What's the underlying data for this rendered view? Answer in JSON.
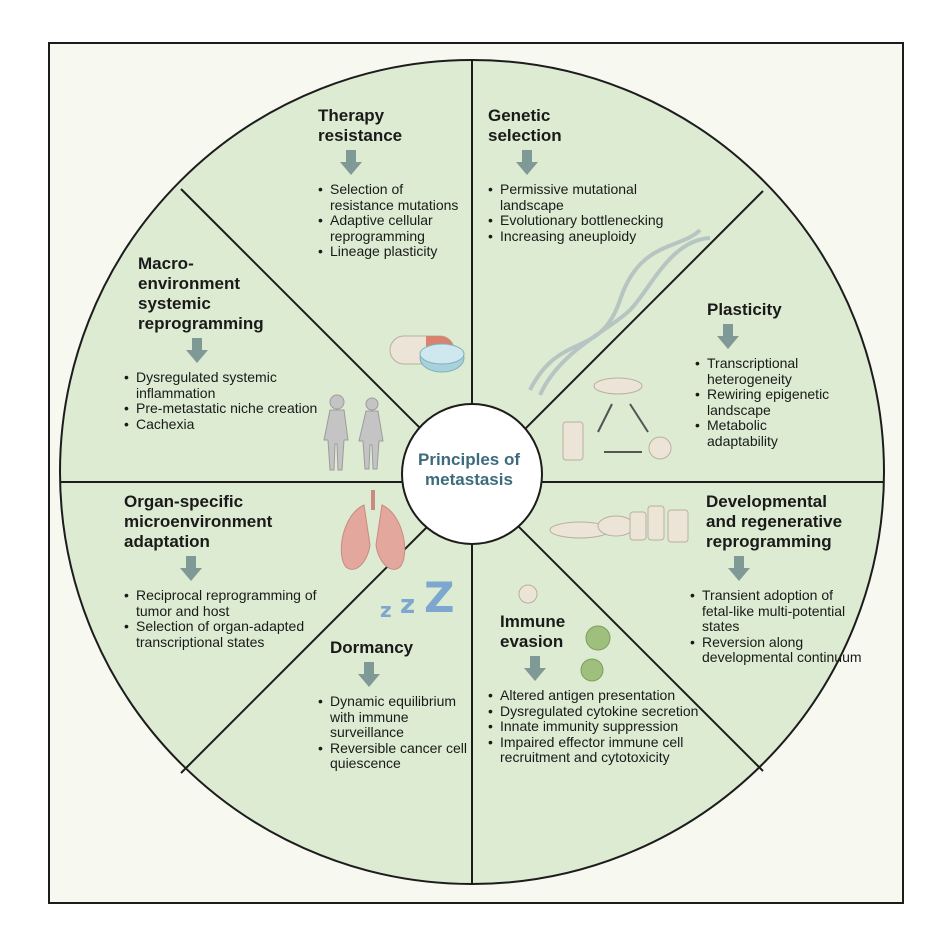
{
  "center": {
    "line1": "Principles of",
    "line2": "metastasis"
  },
  "segments": {
    "therapy": {
      "title1": "Therapy",
      "title2": "resistance",
      "bullets": [
        "Selection of resistance mutations",
        "Adaptive cellular reprogramming",
        "Lineage plasticity"
      ]
    },
    "genetic": {
      "title1": "Genetic",
      "title2": "selection",
      "bullets": [
        "Permissive mutational landscape",
        "Evolutionary bottlenecking",
        "Increasing aneuploidy"
      ]
    },
    "plasticity": {
      "title1": "Plasticity",
      "bullets": [
        "Transcriptional heterogeneity",
        "Rewiring epigenetic landscape",
        "Metabolic adaptability"
      ]
    },
    "developmental": {
      "title1": "Developmental",
      "title2": "and regenerative",
      "title3": "reprogramming",
      "bullets": [
        "Transient adoption of fetal-like multi-potential states",
        "Reversion along developmental continuum"
      ]
    },
    "immune": {
      "title1": "Immune",
      "title2": "evasion",
      "bullets": [
        "Altered antigen presentation",
        "Dysregulated cytokine secretion",
        "Innate immunity suppression",
        "Impaired effector immune cell recruitment and cytotoxicity"
      ]
    },
    "dormancy": {
      "title1": "Dormancy",
      "zzz": [
        "z",
        "z",
        "Z"
      ],
      "bullets": [
        "Dynamic equilibrium with immune surveillance",
        "Reversible cancer cell quiescence"
      ]
    },
    "organ": {
      "title1": "Organ-specific",
      "title2": "microenvironment",
      "title3": "adaptation",
      "bullets": [
        "Reciprocal reprogramming of tumor and host",
        "Selection of organ-adapted transcriptional states"
      ]
    },
    "macro": {
      "title1": "Macro-",
      "title2": "environment",
      "title3": "systemic",
      "title4": "reprogramming",
      "bullets": [
        "Dysregulated systemic inflammation",
        "Pre-metastatic niche creation",
        "Cachexia"
      ]
    }
  },
  "colors": {
    "segment_fill": "#dcebd1",
    "line": "#1c1c1c",
    "arrow": "#7f9a96",
    "center_text": "#3d6b7d",
    "zzz": "#7ea7cf"
  }
}
